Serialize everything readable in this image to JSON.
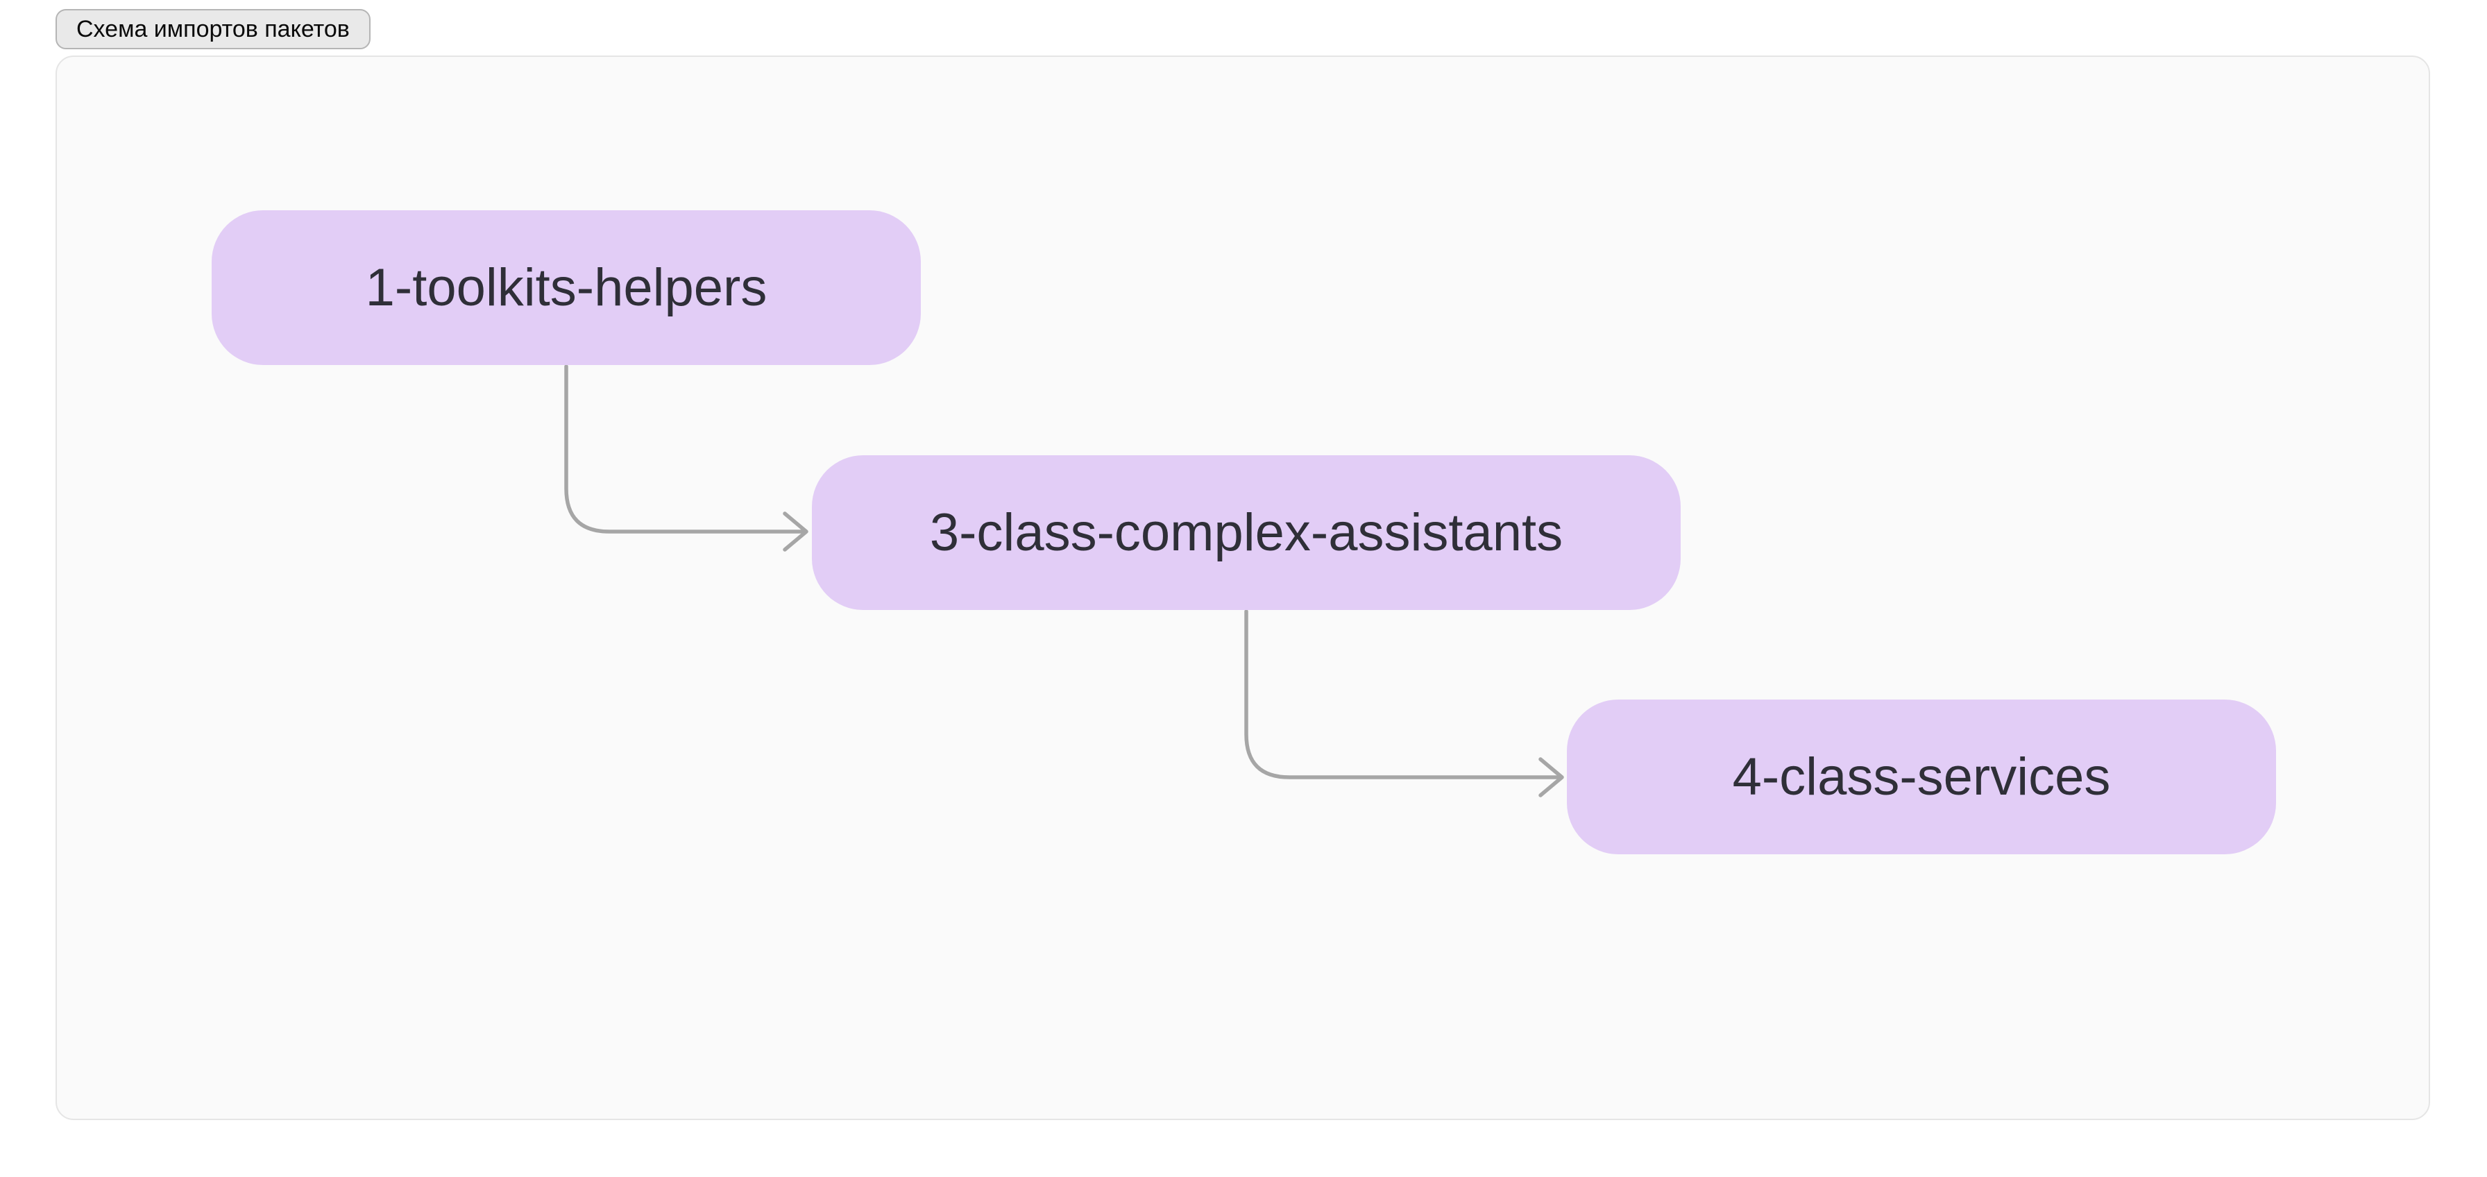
{
  "header": {
    "diagram_tag_label": "Схема импортов пакетов"
  },
  "diagram": {
    "type": "flowchart",
    "direction": "left-to-right-stepped",
    "nodes": [
      {
        "id": "node-1",
        "label": "1-toolkits-helpers"
      },
      {
        "id": "node-2",
        "label": "3-class-complex-assistants"
      },
      {
        "id": "node-3",
        "label": "4-class-services"
      }
    ],
    "edges": [
      {
        "from": "1-toolkits-helpers",
        "to": "3-class-complex-assistants",
        "arrow": "open-chevron"
      },
      {
        "from": "3-class-complex-assistants",
        "to": "4-class-services",
        "arrow": "open-chevron"
      }
    ],
    "colors": {
      "node_fill": "#e2cdf6",
      "node_text": "#2f2f38",
      "edge_stroke": "#a6a6a6",
      "canvas_background": "#fafafa",
      "canvas_border": "#e5e5e5",
      "tag_background": "#e9e9e9",
      "tag_border": "#b5b5b5",
      "tag_text": "#0a0a0a",
      "page_background": "#ffffff"
    }
  }
}
